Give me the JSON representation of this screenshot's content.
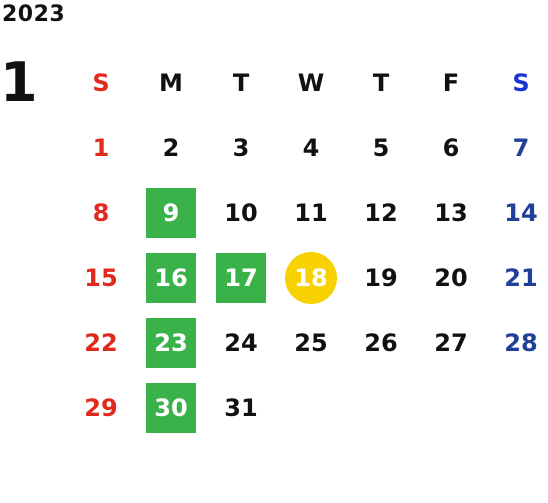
{
  "year": "2023",
  "month": "1",
  "weekdays": [
    "S",
    "M",
    "T",
    "W",
    "T",
    "F",
    "S"
  ],
  "days": [
    [
      "1",
      "2",
      "3",
      "4",
      "5",
      "6",
      "7"
    ],
    [
      "8",
      "9",
      "10",
      "11",
      "12",
      "13",
      "14"
    ],
    [
      "15",
      "16",
      "17",
      "18",
      "19",
      "20",
      "21"
    ],
    [
      "22",
      "23",
      "24",
      "25",
      "26",
      "27",
      "28"
    ],
    [
      "29",
      "30",
      "31",
      "",
      "",
      "",
      ""
    ]
  ],
  "highlighted_days": [
    "9",
    "16",
    "17",
    "23",
    "30"
  ],
  "today": "18",
  "colors": {
    "sunday": "#e02a1e",
    "saturday": "#1f3f98",
    "highlight": "#3ab24a",
    "today": "#f7d100"
  }
}
